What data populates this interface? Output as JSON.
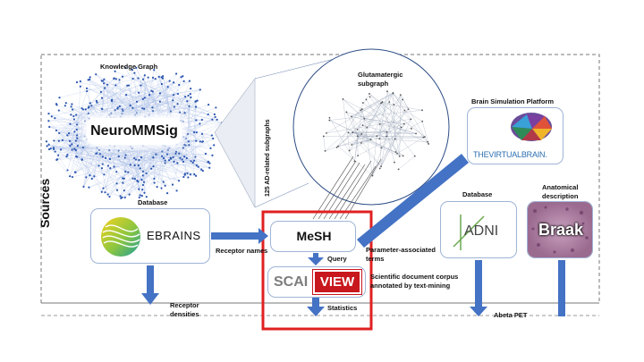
{
  "sources_label": "Sources",
  "knowledge_graph": {
    "caption": "Knowledge Graph",
    "title": "NeuroMMSig",
    "subgraphs_label": "125 AD-related subgraphs"
  },
  "glutamatergic": {
    "label_line1": "Glutamatergic",
    "label_line2": "subgraph"
  },
  "ebrains": {
    "caption": "Database",
    "name": "EBRAINS",
    "arrow_label": "Receptor names",
    "down_label_line1": "Receptor",
    "down_label_line2": "densities"
  },
  "mesh": {
    "name": "MeSH",
    "query_label": "Query",
    "param_label_line1": "Parameter-associated",
    "param_label_line2": "terms"
  },
  "scaiview": {
    "name_left": "SCAI",
    "name_right": "VIEW",
    "corpus_line1": "Scientific document corpus",
    "corpus_line2": "annotated by text-mining",
    "stats_label": "Statistics"
  },
  "tvb": {
    "caption": "Brain Simulation Platform",
    "name": "THEVIRTUALBRAIN."
  },
  "adni": {
    "caption": "Database",
    "name": "ADNI",
    "down_label": "Abeta PET"
  },
  "braak": {
    "caption_line1": "Anatomical",
    "caption_line2": "description",
    "name": "Braak"
  },
  "colors": {
    "arrow": "#4472c4",
    "highlight": "#e02020",
    "box_border": "#9fb4d6",
    "graph_node": "#2a55b0"
  }
}
